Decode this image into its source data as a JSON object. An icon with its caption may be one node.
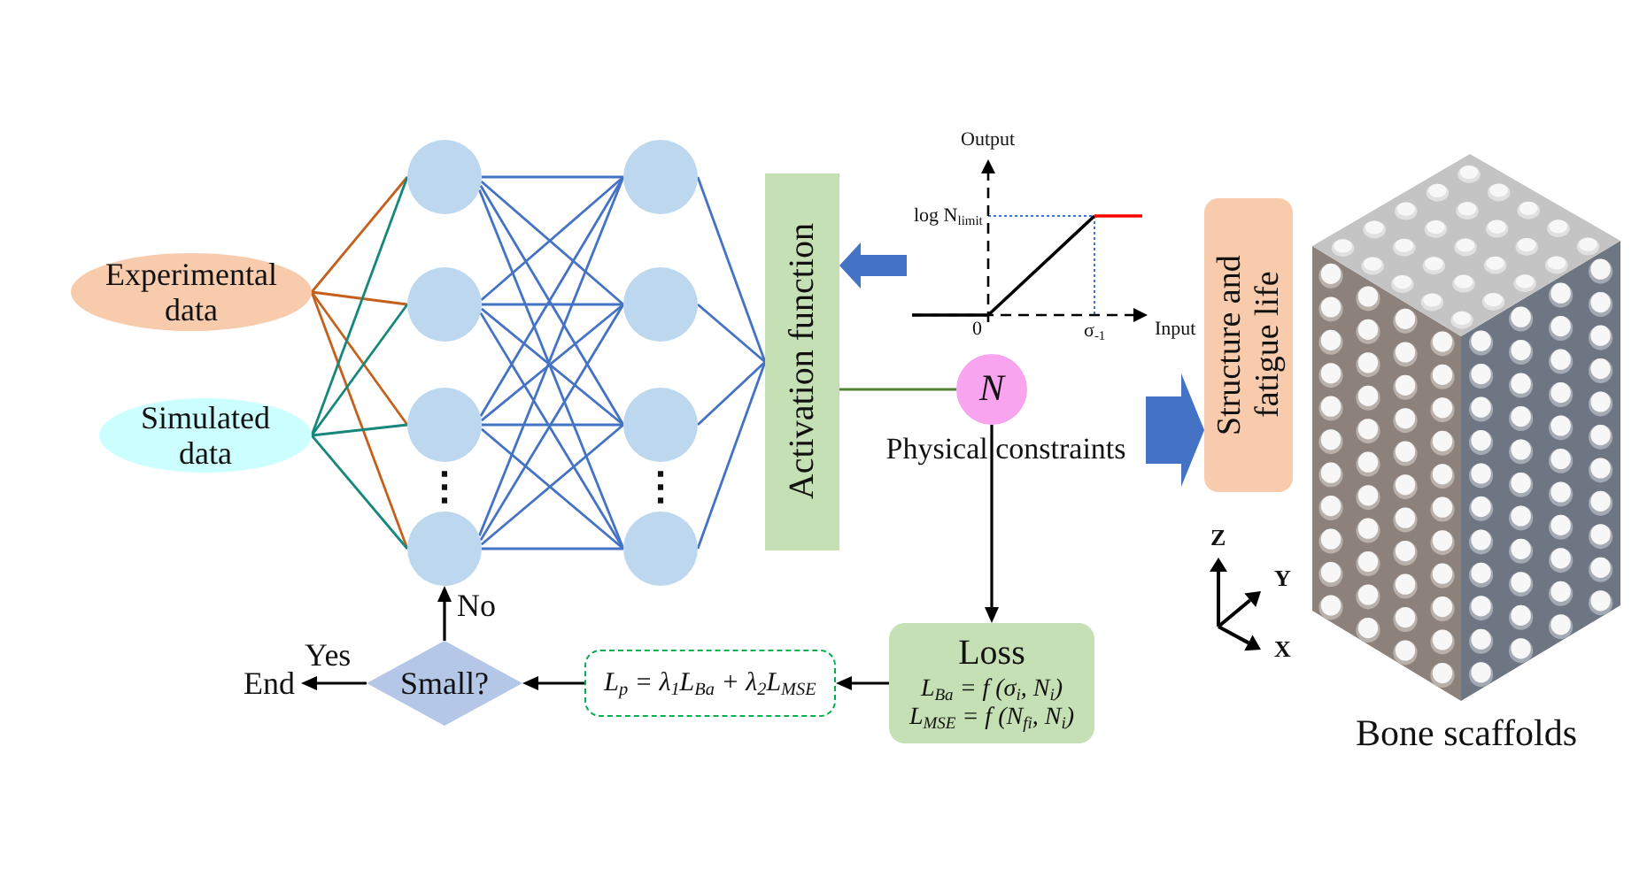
{
  "diagram": {
    "nodes": [
      {
        "text": [
          "Experimental data"
        ]
      },
      {
        "text": [
          "Simulated data"
        ]
      },
      {
        "text": [],
        "shape": "circle"
      },
      {
        "text": [],
        "shape": "circle"
      },
      {
        "text": [],
        "shape": "circle"
      },
      {
        "text": [],
        "shape": "circle"
      },
      {
        "text": [],
        "shape": "circle"
      },
      {
        "text": [],
        "shape": "circle"
      },
      {
        "text": [],
        "shape": "circle"
      },
      {
        "text": [],
        "shape": "circle"
      },
      {
        "text": [
          "Activation function"
        ]
      },
      {
        "text": [
          "N"
        ],
        "beside": [
          "Physical constraints"
        ]
      },
      {
        "text": [
          "Output",
          "log N$_{limit}$",
          "0",
          "σ$_{-1}$",
          "Input"
        ]
      },
      {
        "text": [
          "Structure and fatigue life"
        ]
      },
      {
        "text": [
          "Loss",
          "L$_{Ba}$ = f (σ$_{i}$, N$_{i}$)",
          "L$_{MSE}$ = f (N$_{fi}$, N$_{i}$)"
        ]
      },
      {
        "text": [
          "L$_{p}$ = λ$_{1}$L$_{Ba}$ + λ$_{2}$L$_{MSE}$"
        ]
      },
      {
        "text": [
          "Small?"
        ]
      },
      {
        "text": [
          "End"
        ]
      }
    ],
    "edges": [
      {
        "from": 0,
        "to": 2,
        "arrow": "none",
        "color": "#c5601c"
      },
      {
        "from": 0,
        "to": 3,
        "arrow": "none",
        "color": "#c5601c"
      },
      {
        "from": 0,
        "to": 4,
        "arrow": "none",
        "color": "#c5601c"
      },
      {
        "from": 0,
        "to": 5,
        "arrow": "none",
        "color": "#c5601c"
      },
      {
        "from": 1,
        "to": 2,
        "arrow": "none",
        "color": "#16877b"
      },
      {
        "from": 1,
        "to": 3,
        "arrow": "none",
        "color": "#16877b"
      },
      {
        "from": 1,
        "to": 4,
        "arrow": "none",
        "color": "#16877b"
      },
      {
        "from": 1,
        "to": 5,
        "arrow": "none",
        "color": "#16877b"
      },
      {
        "from": 2,
        "to": 6,
        "arrow": "none"
      },
      {
        "from": 2,
        "to": 7,
        "arrow": "none"
      },
      {
        "from": 2,
        "to": 8,
        "arrow": "none"
      },
      {
        "from": 2,
        "to": 9,
        "arrow": "none"
      },
      {
        "from": 3,
        "to": 6,
        "arrow": "none"
      },
      {
        "from": 3,
        "to": 7,
        "arrow": "none"
      },
      {
        "from": 3,
        "to": 8,
        "arrow": "none"
      },
      {
        "from": 3,
        "to": 9,
        "arrow": "none"
      },
      {
        "from": 4,
        "to": 6,
        "arrow": "none"
      },
      {
        "from": 4,
        "to": 7,
        "arrow": "none"
      },
      {
        "from": 4,
        "to": 8,
        "arrow": "none"
      },
      {
        "from": 4,
        "to": 9,
        "arrow": "none"
      },
      {
        "from": 5,
        "to": 6,
        "arrow": "none"
      },
      {
        "from": 5,
        "to": 7,
        "arrow": "none"
      },
      {
        "from": 5,
        "to": 8,
        "arrow": "none"
      },
      {
        "from": 5,
        "to": 9,
        "arrow": "none"
      },
      {
        "from": 6,
        "to": 10,
        "arrow": "none"
      },
      {
        "from": 7,
        "to": 10,
        "arrow": "none"
      },
      {
        "from": 8,
        "to": 10,
        "arrow": "none"
      },
      {
        "from": 9,
        "to": 10,
        "arrow": "none"
      },
      {
        "from": 12,
        "to": 10,
        "arrow": "to",
        "style": "thick"
      },
      {
        "from": 10,
        "to": 11,
        "arrow": "none",
        "color": "#548235"
      },
      {
        "from": 11,
        "to": 14,
        "arrow": "to",
        "color": "#000000"
      },
      {
        "from": null,
        "to": 13,
        "arrow": "to",
        "style": "thick"
      },
      {
        "from": 14,
        "to": 15,
        "arrow": "to",
        "color": "#000000"
      },
      {
        "from": 15,
        "to": 16,
        "arrow": "to",
        "color": "#000000"
      },
      {
        "from": 16,
        "to": 5,
        "arrow": "to",
        "label": "No",
        "color": "#000000"
      },
      {
        "from": 16,
        "to": 17,
        "arrow": "to",
        "label": "Yes",
        "color": "#000000"
      }
    ],
    "labels": [
      "⋮",
      "⋮",
      "Z",
      "Y",
      "X",
      "Bone scaffolds"
    ]
  }
}
